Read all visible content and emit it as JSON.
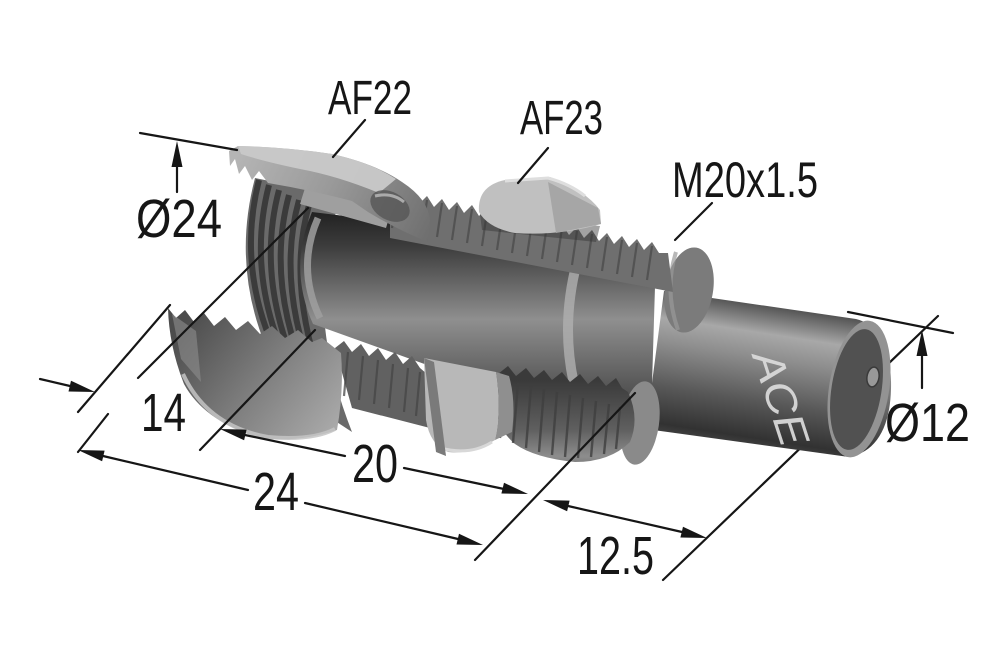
{
  "drawing": {
    "background": "#ffffff",
    "annotation_color": "#161616",
    "metal_palette": {
      "darkest": "#1f1f1f",
      "dark": "#3a3a3a",
      "mid": "#7b7b7b",
      "light": "#b5b5b5",
      "lightest": "#c9c9c9"
    },
    "part_labels": {
      "cap_wrench_flats": "AF22",
      "nut_wrench_flats": "AF23",
      "thread_spec": "M20x1.5",
      "brand_marking": "ACE"
    },
    "dimensions": {
      "cap_outer_diameter": "Ø24",
      "cap_length": "14",
      "body_length": "24",
      "thread_length": "20",
      "rod_projection": "12.5",
      "rod_diameter": "Ø12"
    }
  }
}
